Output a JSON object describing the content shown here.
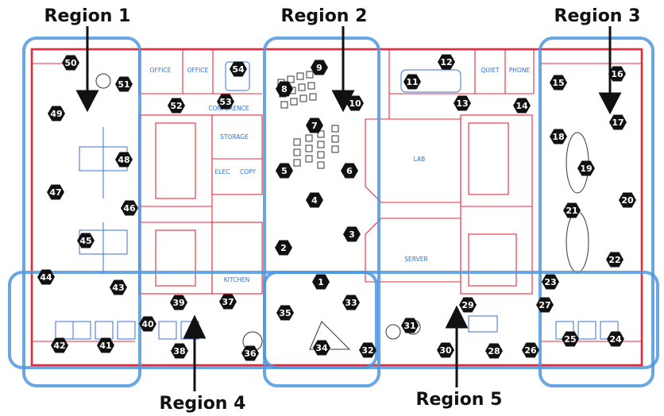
{
  "region_titles": {
    "r1": "Region 1",
    "r2": "Region 2",
    "r3": "Region 3",
    "r4": "Region 4",
    "r5": "Region 5"
  },
  "room_labels": {
    "office_a": "OFFICE",
    "office_b": "OFFICE",
    "conference": "CONFERENCE",
    "storage": "STORAGE",
    "elec": "ELEC",
    "copy": "COPY",
    "kitchen": "KITCHEN",
    "lab": "LAB",
    "server": "SERVER",
    "quiet": "QUIET",
    "phone": "PHONE"
  },
  "markers": [
    "1",
    "2",
    "3",
    "4",
    "5",
    "6",
    "7",
    "8",
    "9",
    "10",
    "11",
    "12",
    "13",
    "14",
    "15",
    "16",
    "17",
    "18",
    "19",
    "20",
    "21",
    "22",
    "23",
    "24",
    "25",
    "26",
    "27",
    "28",
    "29",
    "30",
    "31",
    "32",
    "33",
    "34",
    "35",
    "36",
    "37",
    "38",
    "39",
    "40",
    "41",
    "42",
    "43",
    "44",
    "45",
    "46",
    "47",
    "48",
    "49",
    "50",
    "51",
    "52",
    "53",
    "54"
  ],
  "colors": {
    "wall": "#e8293a",
    "region_outline": "#4d97df",
    "marker_fill": "#111111",
    "room_label": "#2a72d8",
    "furniture": "#333333"
  }
}
